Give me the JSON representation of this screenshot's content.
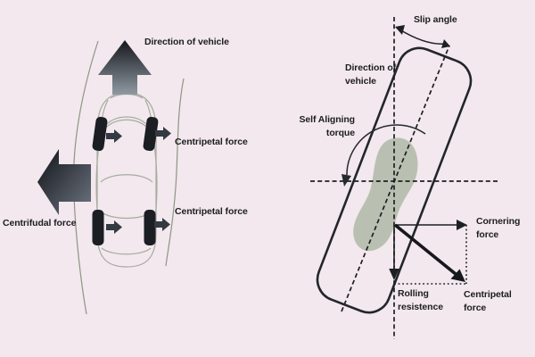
{
  "diagram_title": "Tire slip-angle and cornering force diagram",
  "colors": {
    "background": "#f2e8ed",
    "line": "#23262b",
    "contact_patch": "#b9c0b1",
    "car_outline": "#a6ab9f",
    "road_line": "#8f9585",
    "arrow_dark": "#14171c",
    "arrow_light": "#8d949e"
  },
  "left_panel": {
    "direction_label": "Direction of vehicle",
    "centripetal_front_label": "Centripetal force",
    "centripetal_rear_label": "Centripetal force",
    "centrifugal_label": "Centrifudal force",
    "icons": [
      "direction-of-vehicle-arrow-icon",
      "centrifugal-force-arrow-icon",
      "wheel-centripetal-arrow-icon"
    ]
  },
  "right_panel": {
    "slip_angle_label": "Slip angle",
    "direction_label": "Direction of\nvehicle",
    "self_aligning_label": "Self Aligning\ntorque",
    "cornering_label": "Cornering\nforce",
    "centripetal_label": "Centripetal\nforce",
    "rolling_label": "Rolling\nresistence",
    "icons": [
      "slip-angle-double-arrow-icon",
      "self-aligning-torque-arc-icon",
      "cornering-force-arrow-icon",
      "centripetal-force-vector-icon",
      "rolling-resistance-arrow-icon"
    ]
  }
}
